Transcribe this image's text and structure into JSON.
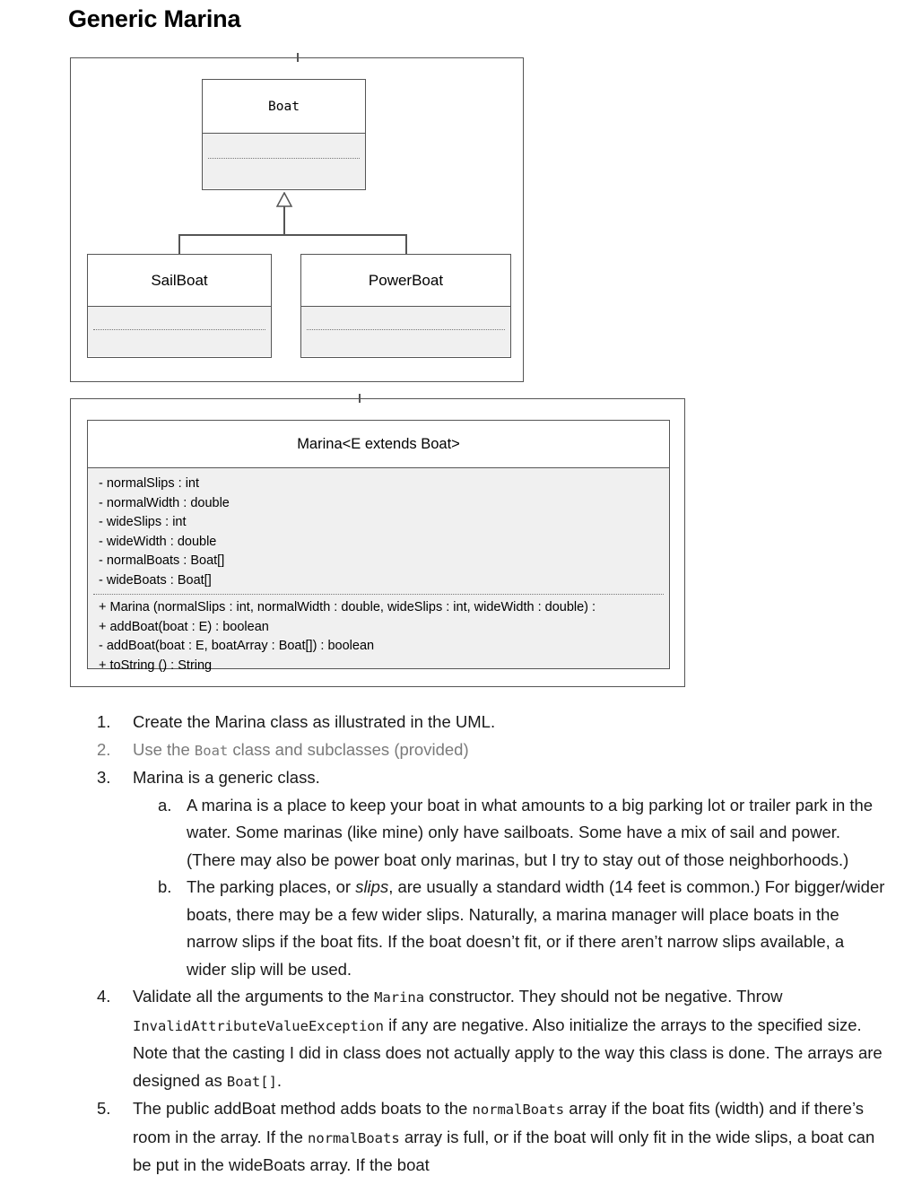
{
  "page": {
    "title": "Generic Marina"
  },
  "uml": {
    "boat_frame": {
      "boat": {
        "name": "Boat"
      },
      "sailboat": {
        "name": "SailBoat"
      },
      "powerboat": {
        "name": "PowerBoat"
      }
    },
    "marina": {
      "name": "Marina<E extends Boat>",
      "attributes": [
        "- normalSlips : int",
        "- normalWidth : double",
        "- wideSlips : int",
        "- wideWidth : double",
        "- normalBoats : Boat[]",
        "- wideBoats : Boat[]"
      ],
      "methods": [
        "+ Marina (normalSlips : int, normalWidth : double, wideSlips : int, wideWidth : double) :",
        "+ addBoat(boat : E) : boolean",
        "- addBoat(boat : E, boatArray : Boat[]) : boolean",
        "+ toString () : String"
      ]
    }
  },
  "instructions": {
    "item1": {
      "marker": "1.",
      "text": "Create the Marina class as illustrated in the UML."
    },
    "item2": {
      "marker": "2.",
      "part1": "Use the",
      "code1": "Boat",
      "part2": "class and subclasses (provided)"
    },
    "item3": {
      "marker": "3.",
      "text": "Marina is a generic class."
    },
    "item3a": {
      "marker": "a.",
      "text": "A marina is a place to keep your boat in what amounts to a big parking lot or trailer park in the water. Some marinas (like mine) only have sailboats. Some have a mix of sail and power. (There may also be power boat only marinas, but I try to stay out of those neighborhoods.)"
    },
    "item3b": {
      "marker": "b.",
      "part1": "The parking places, or",
      "emph": "slips",
      "part2": ", are usually a standard width (14 feet is common.) For bigger/wider boats, there may be a few wider slips. Naturally, a marina manager will place boats in the narrow slips if the boat fits. If the boat doesn’t fit, or if there aren’t narrow slips available, a wider slip will be used."
    },
    "item4": {
      "marker": "4.",
      "part1": "Validate all the arguments to the",
      "code1": "Marina",
      "part2": "constructor. They should not be negative. Throw",
      "code2": "InvalidAttributeValueException",
      "part3": "if any are negative. Also initialize the arrays to the specified size.  Note that the casting I did in class does not actually apply to the way this class is done. The arrays are designed as",
      "code3": "Boat[]",
      "part4": "."
    },
    "item5": {
      "marker": "5.",
      "part1": "The public addBoat method adds boats to the",
      "code1": "normalBoats",
      "part2": "array if the boat fits (width) and if there’s room in the array. If the",
      "code2": "normalBoats",
      "part3": "array is full, or if the boat will only fit in the wide slips, a boat can be put in the wideBoats array. If the boat"
    }
  }
}
